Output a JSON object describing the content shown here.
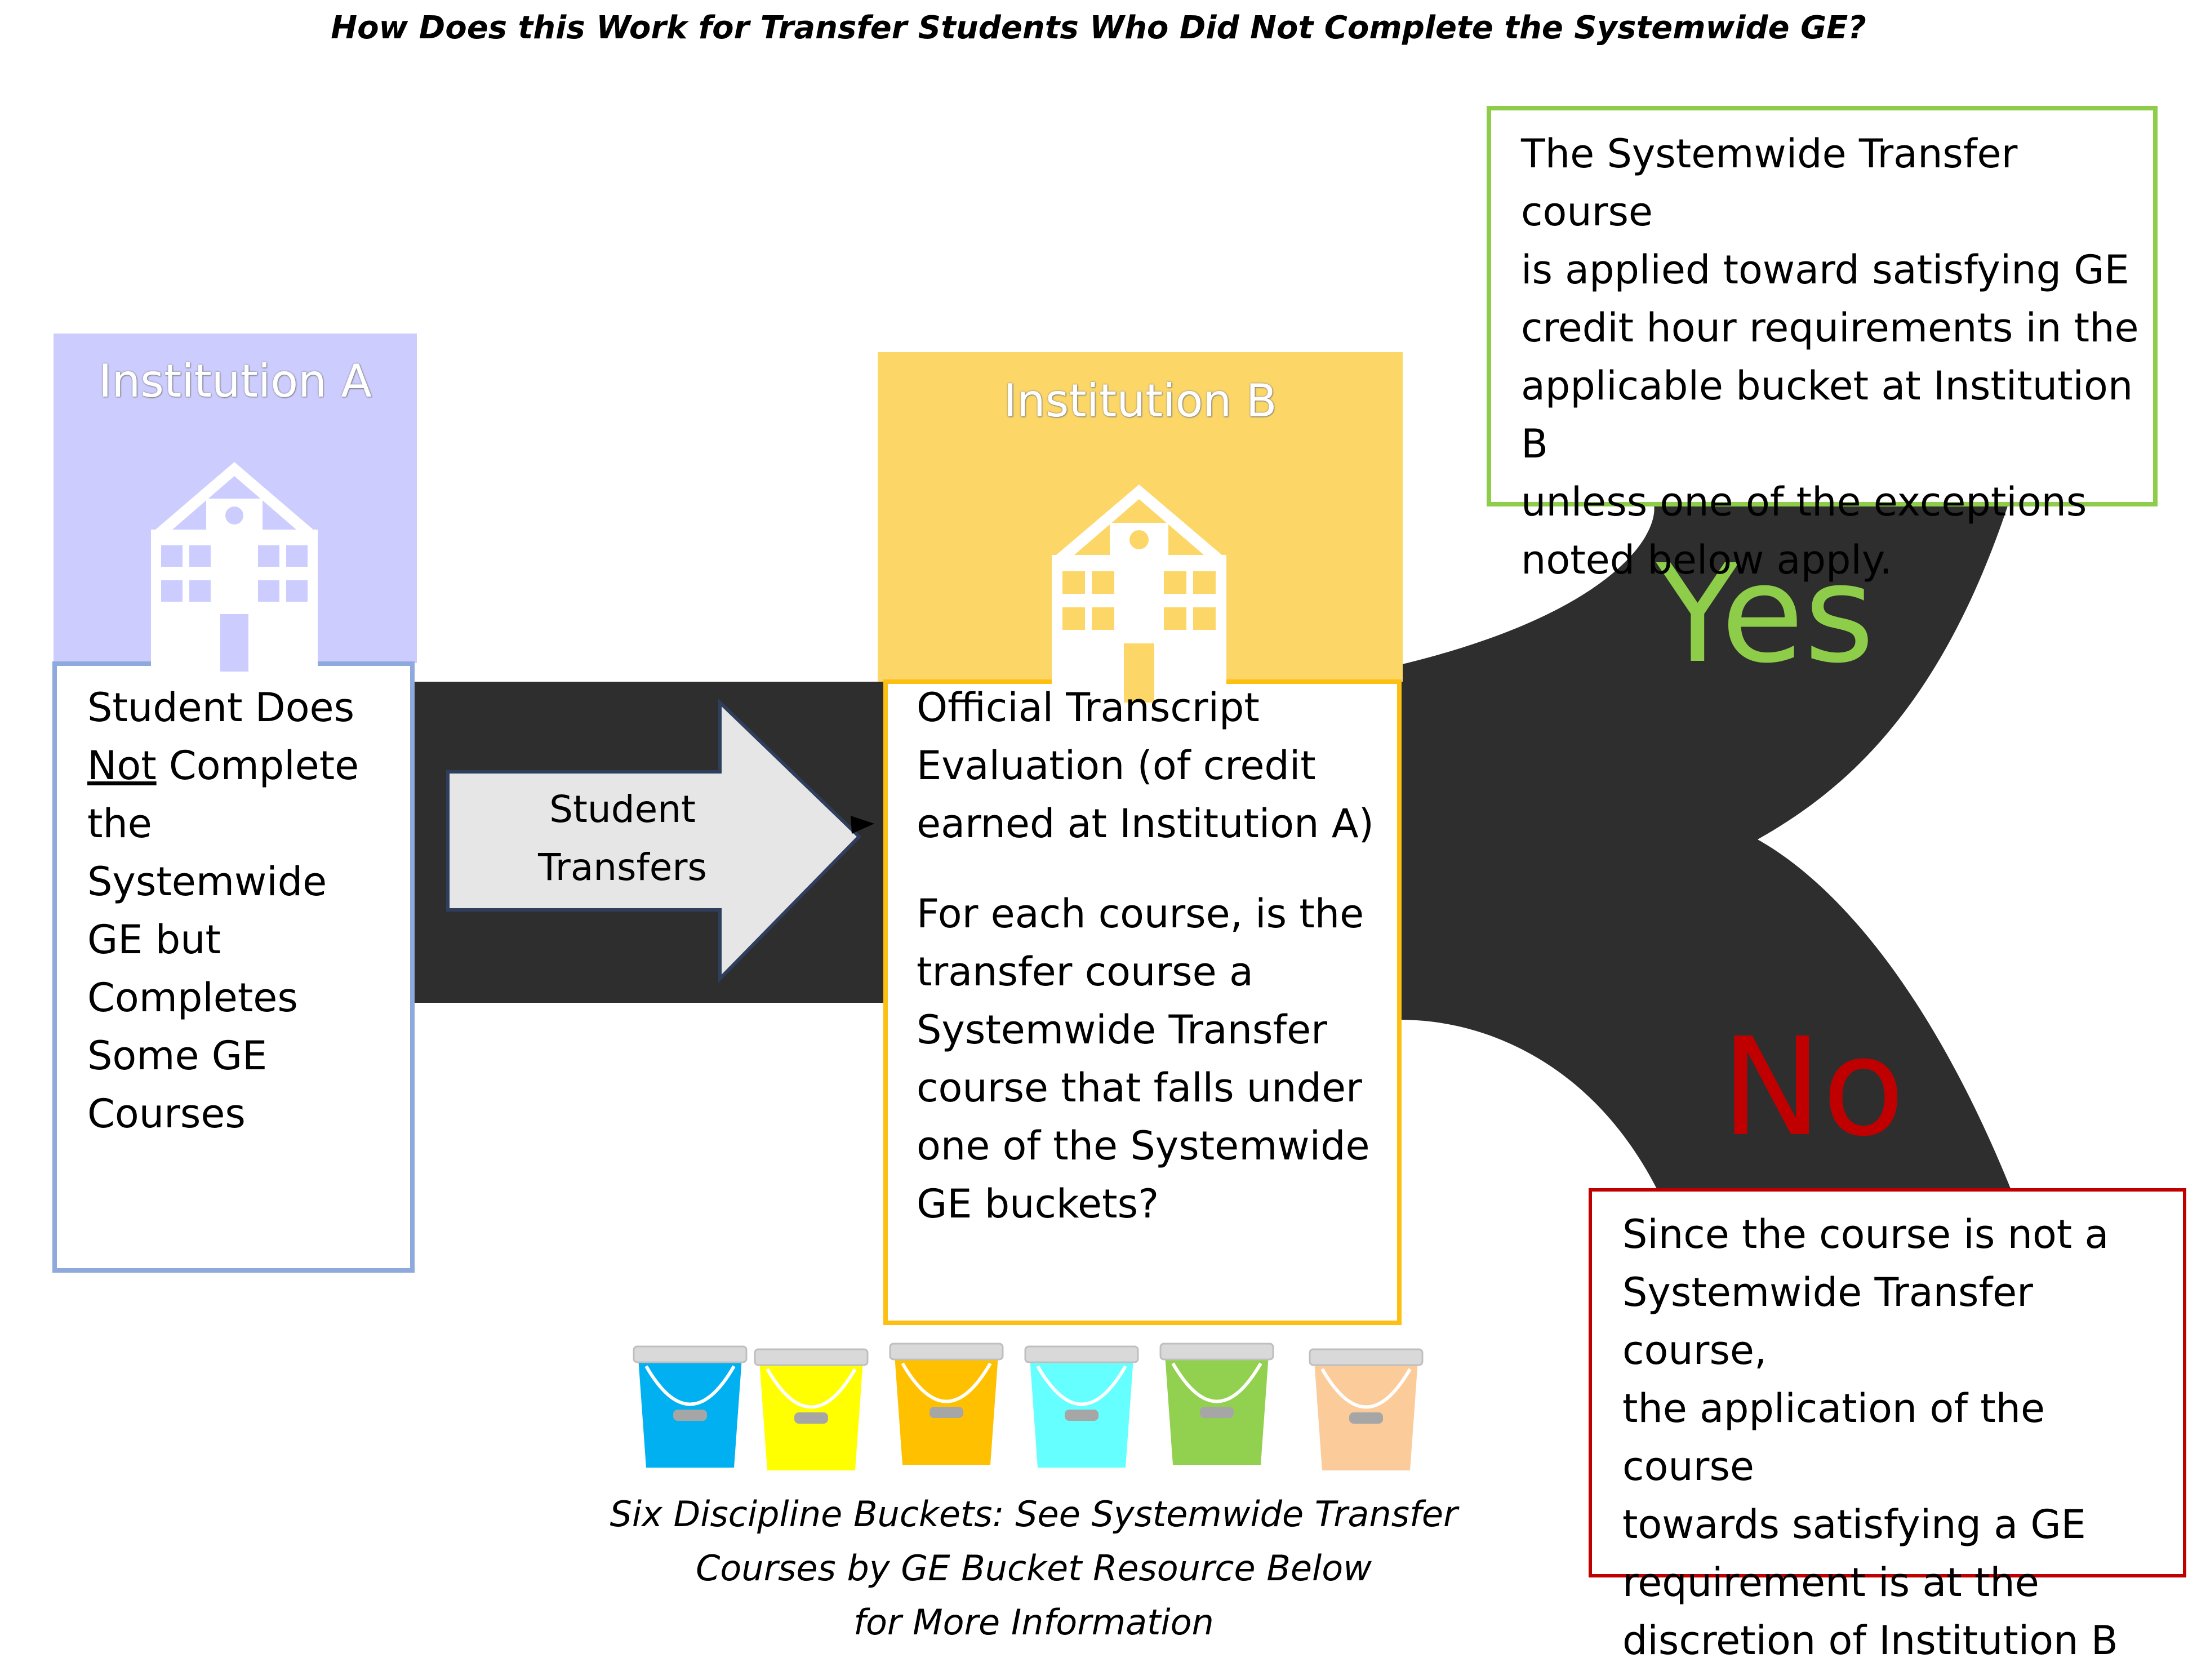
{
  "title": "How Does this Work for Transfer Students Who Did Not Complete the Systemwide GE?",
  "institution_a": {
    "label": "Institution A",
    "icon": "school-building-icon",
    "color": "#ccccff",
    "text_line1": "Student Does",
    "text_not": "Not",
    "text_line2_rest": " Complete",
    "text_line3": "the Systemwide",
    "text_line4": "GE but",
    "text_line5": "Completes",
    "text_line6": "Some GE",
    "text_line7": "Courses"
  },
  "transfer_arrow": {
    "line1": "Student",
    "line2": "Transfers"
  },
  "institution_b": {
    "label": "Institution B",
    "icon": "school-building-icon",
    "color": "#fcd767",
    "eval_line1": "Official Transcript",
    "eval_line2": "Evaluation (of credit",
    "eval_line3": "earned at Institution A)",
    "q_line1": "For each course, is the",
    "q_line2": "transfer course a",
    "q_line3": "Systemwide Transfer",
    "q_line4": "course that falls under",
    "q_line5": "one of the Systemwide",
    "q_line6": "GE buckets?"
  },
  "yes_branch": {
    "label": "Yes",
    "color": "#8dcd4a",
    "line1": "The Systemwide Transfer course",
    "line2": "is applied toward satisfying GE",
    "line3": "credit hour requirements in the",
    "line4": "applicable bucket at Institution B",
    "line5": "unless one of the exceptions",
    "line6": "noted below apply."
  },
  "no_branch": {
    "label": "No",
    "color": "#c00000",
    "line1": "Since the course is not a",
    "line2": "Systemwide Transfer course,",
    "line3": "the application of the course",
    "line4": "towards satisfying a GE",
    "line5": "requirement is at the",
    "line6": "discretion of Institution B"
  },
  "buckets": {
    "icon": "bucket-icon",
    "colors": [
      "#00b0f0",
      "#ffff00",
      "#ffc000",
      "#66ffff",
      "#92d050",
      "#fbcb9a"
    ]
  },
  "caption": {
    "line1": "Six Discipline Buckets: See Systemwide Transfer",
    "line2": "Courses by GE Bucket Resource Below",
    "line3": "for More Information"
  }
}
